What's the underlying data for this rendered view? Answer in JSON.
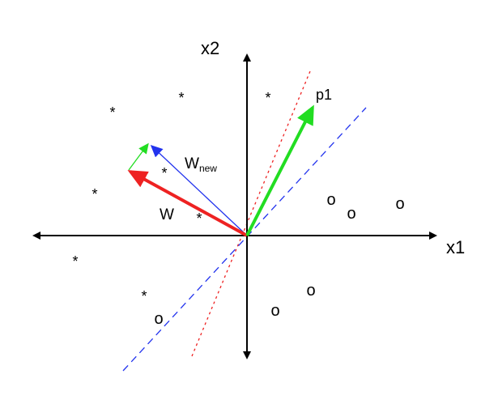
{
  "labels": {
    "x_axis": "x1",
    "y_axis": "x2",
    "p1": "p1",
    "w": "W",
    "w_new_main": "W",
    "w_new_sub": "new"
  },
  "markers": {
    "star": "*",
    "circle": "o"
  },
  "colors": {
    "axis": "#000000",
    "w_vector": "#ee2222",
    "p1_vector": "#22dd22",
    "w_new_vector": "#2233ee",
    "boundary_old": "#ee2222",
    "boundary_new": "#2233ee",
    "background": "#ffffff"
  }
}
